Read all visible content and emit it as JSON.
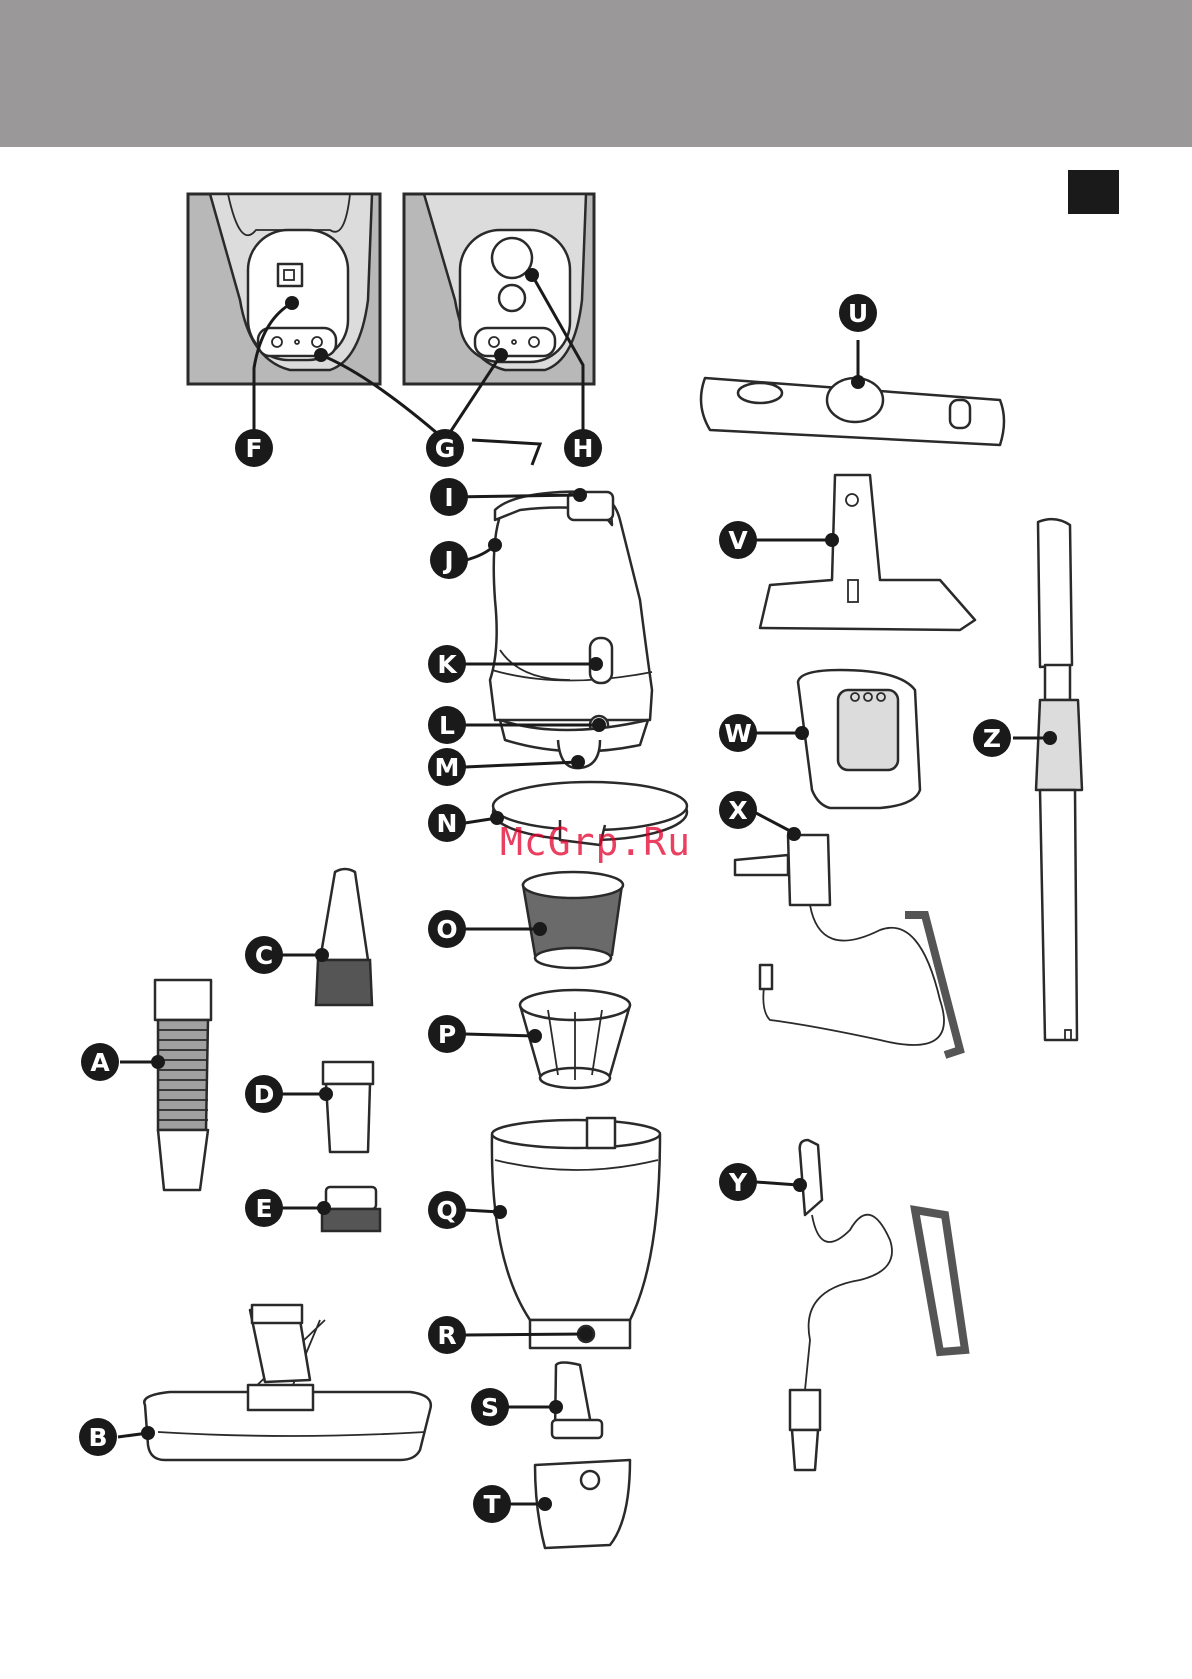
{
  "watermark": "McGrp.Ru",
  "colors": {
    "header_band": "#9a9899",
    "label_fill": "#1a1a1a",
    "watermark": "#e4002b"
  },
  "labels": {
    "A": "A",
    "B": "B",
    "C": "C",
    "D": "D",
    "E": "E",
    "F": "F",
    "G": "G",
    "H": "H",
    "I": "I",
    "J": "J",
    "K": "K",
    "L": "L",
    "M": "M",
    "N": "N",
    "O": "O",
    "P": "P",
    "Q": "Q",
    "R": "R",
    "S": "S",
    "T": "T",
    "U": "U",
    "V": "V",
    "W": "W",
    "X": "X",
    "Y": "Y",
    "Z": "Z"
  }
}
